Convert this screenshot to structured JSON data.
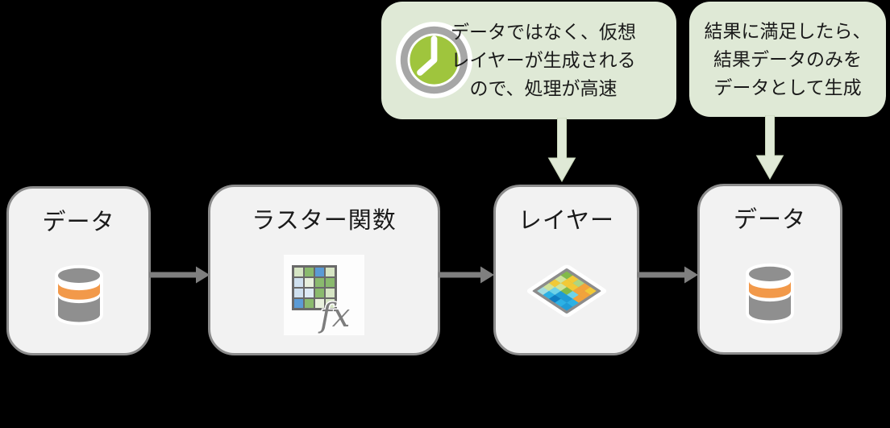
{
  "diagram": {
    "background": "#000000",
    "callouts": [
      {
        "name": "virtual-layer-note",
        "icon": "clock-icon",
        "lines": [
          "データではなく、仮想",
          "レイヤーが生成される",
          "ので、処理が高速"
        ]
      },
      {
        "name": "result-data-note",
        "lines": [
          "結果に満足したら、",
          "結果データのみを",
          "データとして生成"
        ]
      }
    ],
    "nodes": [
      {
        "name": "data-input",
        "label": "データ",
        "icon": "database-icon"
      },
      {
        "name": "raster-function",
        "label": "ラスター関数",
        "icon": "raster-function-icon"
      },
      {
        "name": "layer",
        "label": "レイヤー",
        "icon": "layer-icon"
      },
      {
        "name": "data-output",
        "label": "データ",
        "icon": "database-icon"
      }
    ],
    "colors": {
      "callout_bg": "#dfe9d6",
      "node_bg": "#f2f2f2",
      "node_border": "#8c8c8c",
      "node_text": "#1a1a1a",
      "flow_arrow_gray": "#7f7f7f",
      "clock_green": "#9fc53d",
      "clock_ring_gray": "#a6a6a6",
      "database_gray": "#8f8f8f",
      "database_orange": "#f2994a",
      "raster_blue": "#5b9bd5",
      "raster_green": "#8aba6e"
    }
  }
}
